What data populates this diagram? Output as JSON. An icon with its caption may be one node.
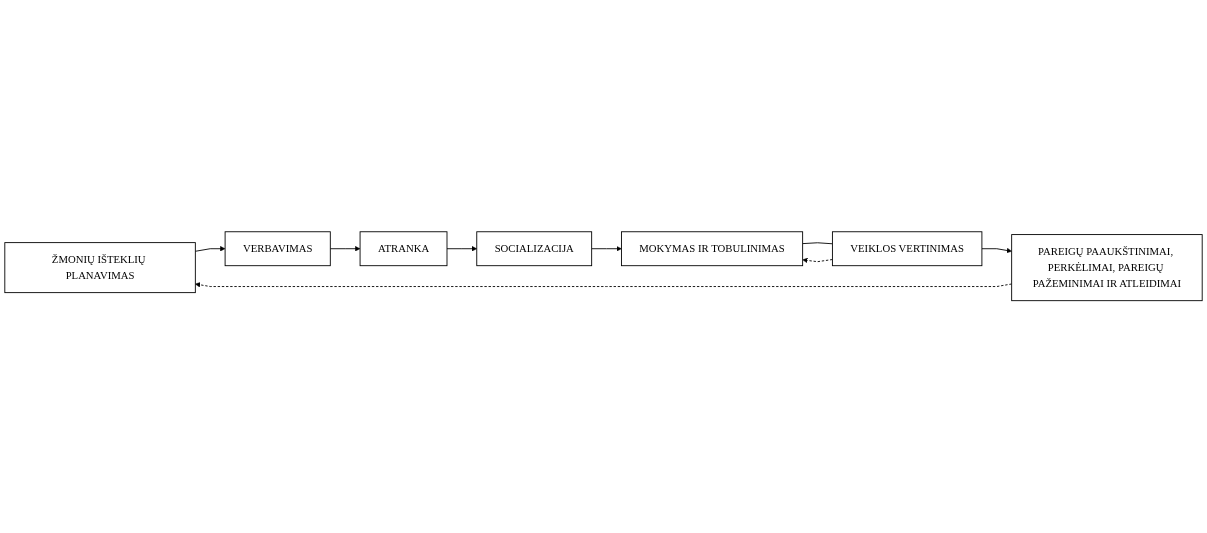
{
  "diagram": {
    "nodes": [
      {
        "text": [
          "ŽMONIŲ IŠTEKLIŲ PLANAVIMAS"
        ]
      },
      {
        "text": [
          "VERBAVIMAS"
        ]
      },
      {
        "text": [
          "ATRANKA"
        ]
      },
      {
        "text": [
          "MOKYMAS IR TOBULINIMAS"
        ]
      },
      {
        "text": [
          "SOCIALIZACIJA"
        ]
      },
      {
        "text": [
          "VEIKLOS VERTINIMAS"
        ]
      },
      {
        "text": [
          "PAREIGŲ PAAUKŠTINIMAI, PERKĖLIMAI, PAREIGŲ PAŽEMINIMAI IR ATLEIDIMAI"
        ]
      }
    ],
    "edges": [
      {
        "from": 0,
        "to": 1,
        "arrow": "to"
      },
      {
        "from": 1,
        "to": 2,
        "arrow": "to"
      },
      {
        "from": 2,
        "to": 4,
        "arrow": "to"
      },
      {
        "from": 4,
        "to": 3,
        "arrow": "to"
      },
      {
        "from": 3,
        "to": 5,
        "arrow": "none"
      },
      {
        "from": 5,
        "to": 6,
        "arrow": "to"
      },
      {
        "from": 5,
        "to": 3,
        "arrow": "to",
        "style": "dashed"
      },
      {
        "from": 6,
        "to": 0,
        "arrow": "to",
        "style": "dashed"
      }
    ]
  }
}
